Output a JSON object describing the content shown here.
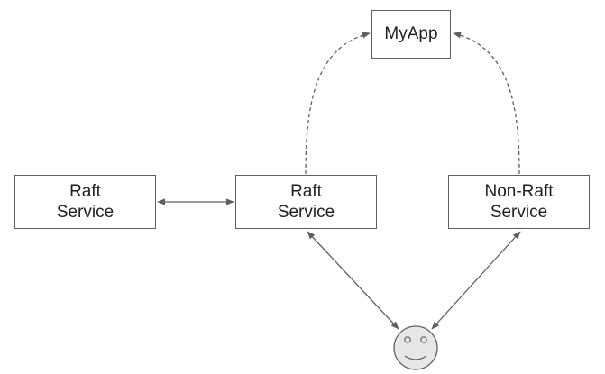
{
  "nodes": {
    "raft_service_left": {
      "label": "Raft\nService"
    },
    "raft_service_center": {
      "label": "Raft\nService"
    },
    "non_raft_service": {
      "label": "Non-Raft\nService"
    },
    "my_app": {
      "label": "MyApp"
    },
    "user": {
      "icon": "smiley-face-icon"
    }
  },
  "edges": [
    {
      "from": "raft_service_left",
      "to": "raft_service_center",
      "style": "solid",
      "direction": "both"
    },
    {
      "from": "raft_service_center",
      "to": "my_app",
      "style": "dashed",
      "direction": "to"
    },
    {
      "from": "non_raft_service",
      "to": "my_app",
      "style": "dashed",
      "direction": "to"
    },
    {
      "from": "raft_service_center",
      "to": "user",
      "style": "solid",
      "direction": "both"
    },
    {
      "from": "non_raft_service",
      "to": "user",
      "style": "solid",
      "direction": "both"
    }
  ],
  "colors": {
    "stroke": "#5f5f5f",
    "text": "#1f1f1f",
    "face_fill": "#e7e7e7"
  }
}
